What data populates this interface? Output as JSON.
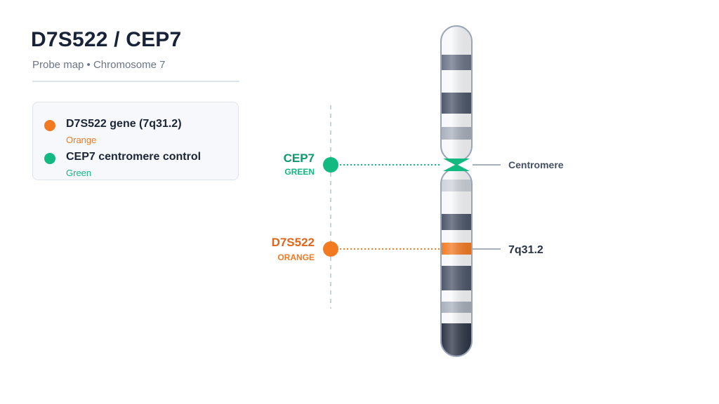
{
  "header": {
    "title": "D7S522 / CEP7",
    "subtitle": "Probe map • Chromosome 7"
  },
  "legend": {
    "items": [
      {
        "label": "D7S522 gene (7q31.2)",
        "color_name": "Orange",
        "color": "#f47a22"
      },
      {
        "label": "CEP7 centromere control",
        "color_name": "Green",
        "color": "#12b981"
      }
    ]
  },
  "probes": {
    "cep7": {
      "name": "CEP7",
      "color_label": "GREEN",
      "color": "#12b981",
      "text_color": "#0e9a6c"
    },
    "d7s522": {
      "name": "D7S522",
      "color_label": "ORANGE",
      "color": "#f47a22",
      "text_color": "#e0651a"
    }
  },
  "chromosome": {
    "centromere_label": "Centromere",
    "locus_label": "7q31.2",
    "band_colors": {
      "dark": "#4c566a",
      "medium": "#6b7487",
      "light": "#a9b0bc",
      "pale": "#cdd2da",
      "darkest": "#2d3546"
    }
  }
}
